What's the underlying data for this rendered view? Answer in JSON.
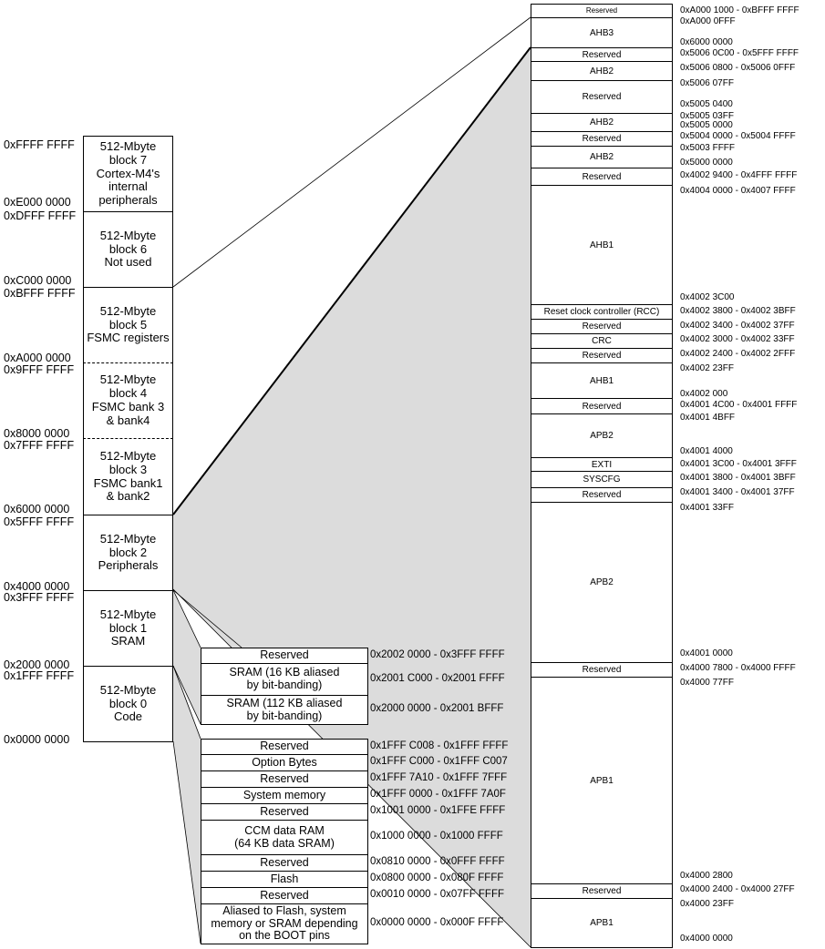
{
  "left_blocks": [
    {
      "text": "512-Mbyte\nblock 7\nCortex-M4's\ninternal\nperipherals"
    },
    {
      "text": "512-Mbyte\nblock 6\nNot used"
    },
    {
      "text": "512-Mbyte\nblock 5\nFSMC registers"
    },
    {
      "text": "512-Mbyte\nblock 4\nFSMC bank 3\n& bank4"
    },
    {
      "text": "512-Mbyte\nblock 3\nFSMC bank1\n& bank2"
    },
    {
      "text": "512-Mbyte\nblock 2\nPeripherals"
    },
    {
      "text": "512-Mbyte\nblock 1\nSRAM"
    },
    {
      "text": "512-Mbyte\nblock 0\nCode"
    }
  ],
  "left_addresses": [
    "0xFFFF FFFF",
    "0xE000 0000",
    "0xDFFF FFFF",
    "0xC000 0000",
    "0xBFFF FFFF",
    "0xA000 0000",
    "0x9FFF FFFF",
    "0x8000 0000",
    "0x7FFF FFFF",
    "0x6000 0000",
    "0x5FFF FFFF",
    "0x4000 0000",
    "0x3FFF FFFF",
    "0x2000 0000",
    "0x1FFF FFFF",
    "0x0000 0000"
  ],
  "sram_regions": [
    {
      "text": "Reserved",
      "address": "0x2002 0000 - 0x3FFF FFFF"
    },
    {
      "text": "SRAM (16 KB aliased\nby bit-banding)",
      "address": "0x2001 C000 - 0x2001 FFFF"
    },
    {
      "text": "SRAM (112 KB aliased\nby bit-banding)",
      "address": "0x2000 0000 - 0x2001 BFFF"
    }
  ],
  "code_regions": [
    {
      "text": "Reserved",
      "address": "0x1FFF C008 - 0x1FFF FFFF"
    },
    {
      "text": "Option Bytes",
      "address": "0x1FFF C000 - 0x1FFF C007"
    },
    {
      "text": "Reserved",
      "address": "0x1FFF 7A10 - 0x1FFF 7FFF"
    },
    {
      "text": "System memory",
      "address": "0x1FFF 0000 - 0x1FFF 7A0F"
    },
    {
      "text": "Reserved",
      "address": "0x1001 0000 - 0x1FFE FFFF"
    },
    {
      "text": "CCM data RAM\n(64 KB data SRAM)",
      "address": "0x1000 0000 - 0x1000 FFFF"
    },
    {
      "text": "Reserved",
      "address": "0x0810 0000 - 0x0FFF FFFF"
    },
    {
      "text": "Flash",
      "address": "0x0800 0000 - 0x080F FFFF"
    },
    {
      "text": "Reserved",
      "address": "0x0010 0000 - 0x07FF FFFF"
    },
    {
      "text": "Aliased to Flash, system\nmemory or SRAM depending\non the BOOT pins",
      "address": "0x0000 0000 - 0x000F FFFF"
    }
  ],
  "peripheral_regions": [
    "Reserved",
    "AHB3",
    "Reserved",
    "AHB2",
    "Reserved",
    "AHB2",
    "Reserved",
    "AHB2",
    "Reserved",
    "AHB1",
    "Reset clock controller (RCC)",
    "Reserved",
    "CRC",
    "Reserved",
    "AHB1",
    "Reserved",
    "APB2",
    "EXTI",
    "SYSCFG",
    "Reserved",
    "APB2",
    "Reserved",
    "APB1",
    "Reserved",
    "APB1"
  ],
  "peripheral_addresses": [
    "0xA000 1000 - 0xBFFF FFFF",
    "0xA000 0FFF",
    "0x6000 0000",
    "0x5006 0C00 - 0x5FFF FFFF",
    "0x5006 0800 - 0x5006 0FFF",
    "0x5006 07FF",
    "0x5005 0400",
    "0x5005 03FF",
    "0x5005 0000",
    "0x5004 0000 - 0x5004 FFFF",
    "0x5003 FFFF",
    "0x5000 0000",
    "0x4002 9400 - 0x4FFF FFFF",
    "0x4004 0000 - 0x4007 FFFF",
    "0x4002 3C00",
    "0x4002 3800 - 0x4002 3BFF",
    "0x4002 3400 - 0x4002 37FF",
    "0x4002 3000 - 0x4002 33FF",
    "0x4002 2400 - 0x4002 2FFF",
    "0x4002 23FF",
    "0x4002 000",
    "0x4001 4C00 - 0x4001 FFFF",
    "0x4001 4BFF",
    "0x4001 4000",
    "0x4001 3C00 - 0x4001 3FFF",
    "0x4001 3800 - 0x4001 3BFF",
    "0x4001 3400 - 0x4001 37FF",
    "0x4001 33FF",
    "0x4001 0000",
    "0x4000 7800 - 0x4000 FFFF",
    "0x4000 77FF",
    "0x4000 2800",
    "0x4000 2400 - 0x4000 27FF",
    "0x4000 23FF",
    "0x4000 0000"
  ]
}
